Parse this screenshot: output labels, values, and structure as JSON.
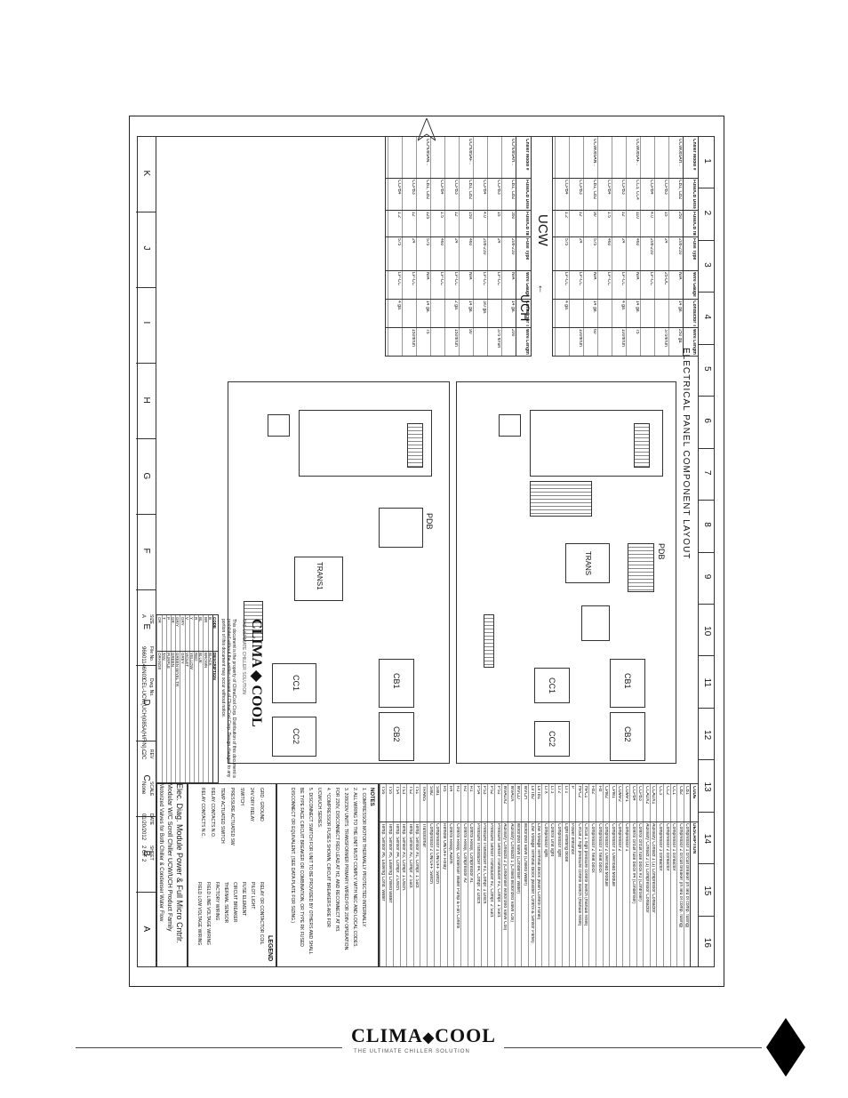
{
  "grid_numbers": [
    "1",
    "2",
    "3",
    "4",
    "5",
    "6",
    "7",
    "8",
    "9",
    "10",
    "11",
    "12",
    "13",
    "14",
    "15",
    "16"
  ],
  "grid_letters": [
    "K",
    "J",
    "I",
    "H",
    "G",
    "F",
    "E",
    "D",
    "C",
    "B",
    "A"
  ],
  "layout_title": "ELECTRICAL PANEL COMPONENT LAYOUT",
  "upper_labels": {
    "pdb": "PDB",
    "trans": "TRANS",
    "cb1": "CB1",
    "cb2": "CB2",
    "cc1": "CC1",
    "cc2": "CC2"
  },
  "lower_labels": {
    "pdb": "PDB",
    "trans": "TRANS1",
    "cb1": "CB1",
    "cb2": "CB2",
    "cc1": "CC1",
    "cc2": "CC2"
  },
  "ucw_label": "UCW",
  "uch_label": "UCH",
  "ucw_table": {
    "headers": [
      "Chiller Model #",
      "Fuse/CB Designation",
      "Fuse/CB rated amp",
      "Fuse Type",
      "Wire Gauge",
      "Conductor Terminal",
      "Wire Length"
    ],
    "rows": [
      [
        "UCW085AH...",
        "CB1, CB2",
        "250",
        "208-230",
        "N/A",
        "14 ga.",
        "250 gu."
      ],
      [
        "",
        "CCPB3",
        "15",
        "24",
        "25-DC",
        "",
        "375ft/run"
      ],
      [
        "",
        "CCPB4",
        "4.0",
        "208-230",
        "LP-CC",
        "",
        ""
      ],
      [
        "UCW085AF...",
        "CC3, CC4",
        "110",
        "460",
        "N/A",
        "14 ga.",
        "75"
      ],
      [
        "",
        "CCPB3",
        "12",
        "24",
        "LP-CC",
        "4 ga.",
        "100ft/run"
      ],
      [
        "",
        "CCPB4",
        "1.5",
        "460",
        "LP-CC",
        "",
        ""
      ],
      [
        "UCW085AN...",
        "CB1, CB2",
        "90",
        "575",
        "N/A",
        "14 ga.",
        "60"
      ],
      [
        "",
        "CCPB3",
        "12",
        "24",
        "LP-CC",
        "",
        "100ft/run"
      ],
      [
        "",
        "CCPB4",
        "1.2",
        "575",
        "LP-CC",
        "4 ga.",
        ""
      ]
    ]
  },
  "uch_table": {
    "headers": [
      "Chiller Model #",
      "Fuse/CB Designation",
      "Fuse/CB rated amp",
      "Fuse Type",
      "Wire Gauge",
      "Conductor Terminal",
      "Wire Length"
    ],
    "rows": [
      [
        "UCH085AH...",
        "CB1, CB2",
        "350",
        "208-230",
        "N/A",
        "14 ga.",
        "200"
      ],
      [
        "",
        "CCPB3",
        "15",
        "24",
        "LP-CC",
        "",
        "375 ft/run"
      ],
      [
        "",
        "CCPB4",
        "4.0",
        "208-230",
        "LP-CC",
        "3/0 ga.",
        ""
      ],
      [
        "UCH085AF...",
        "CB1, CB2",
        "150",
        "460",
        "N/A",
        "14 ga.",
        "90"
      ],
      [
        "",
        "CCPB3",
        "12",
        "24",
        "LP-CC",
        "2 ga.",
        "150ft/run"
      ],
      [
        "",
        "CCPB4",
        "1.5",
        "460",
        "LP-CC",
        "",
        ""
      ],
      [
        "UCH085AN...",
        "CB1, CB2",
        "125",
        "575",
        "N/A",
        "14 ga.",
        "75"
      ],
      [
        "",
        "CCPB3",
        "12",
        "24",
        "LP-CC",
        "",
        "150ft/run"
      ],
      [
        "",
        "CCPB4",
        "1.2",
        "575",
        "LP-CC",
        "4 ga.",
        ""
      ]
    ]
  },
  "code_table": {
    "headers": [
      "CODE",
      "DESCRIPTION"
    ],
    "rows": [
      [
        "CB1",
        "Compressor 1 circuit breaker (in lieu of comp. fusing)"
      ],
      [
        "CB2",
        "Compressor 2 circuit breaker (in lieu of comp. fusing)"
      ],
      [
        "CC1",
        "Compressor 1 contactor"
      ],
      [
        "CC2",
        "Compressor 2 contactor"
      ],
      [
        "CC3",
        "Compressor 3 contactor"
      ],
      [
        "CCAUX1",
        "Auxiliary Contact 1 (1) Compressor Contactor"
      ],
      [
        "CCAUX2",
        "Auxiliary Contact 2 (1) Compressor Contactor"
      ],
      [
        "CCPB3",
        "Control circuit fuse block #3 (Controller)"
      ],
      [
        "CCPB4",
        "Control circuit fuse block #4 (Condenser)"
      ],
      [
        "COMP1",
        "Compressor 1"
      ],
      [
        "COMP2",
        "Compressor 2"
      ],
      [
        "CPM1",
        "Compressor 1 Overload Module"
      ],
      [
        "CPM2",
        "Compressor 2 Overload Module"
      ],
      [
        "FB",
        "Compressor 1 heat block"
      ],
      [
        "FB2",
        "Compressor 2 heat block"
      ],
      [
        "HPC1",
        "Circuit 1 high pressure control switch (manual reset)"
      ],
      [
        "HPC2",
        "Circuit 2 high pressure control switch (manual reset)"
      ],
      [
        "P",
        "Power entrance"
      ],
      [
        "LT1",
        "Light emitting diode"
      ],
      [
        "LT2",
        "Compressor light"
      ],
      [
        "LT3",
        "Control Unit light"
      ],
      [
        "LTX",
        "Compressor light"
      ],
      [
        "LVTB1",
        "Low Voltage Terminal Block (Main Control Panel)"
      ],
      [
        "LVTB2",
        "Low Voltage Terminal Block (Master Control & Sensor Panel)"
      ],
      [
        "MVCH",
        "Motorized Valve (Chilled Water)"
      ],
      [
        "MVCD",
        "Motorized Valve (Condenser Water)"
      ],
      [
        "MVAUX",
        "Auxiliary Contacts 1 (Chilled Motorized Valve Coil)"
      ],
      [
        "MVAUX2",
        "Auxiliary Contacts 2 (Condenser Motorized Valve Coil)"
      ],
      [
        "PS1",
        "Pressure Sensor Transducer #1, Compr. 1 Suct."
      ],
      [
        "PS2",
        "Pressure Sensor Transducer #2, Compr. 2 Suct."
      ],
      [
        "PS3",
        "Pressure Transducer #3, Compr. 1 Disch."
      ],
      [
        "PS4",
        "Pressure Transducer #4, Compr. 2 Disch."
      ],
      [
        "R1",
        "Control Relay, Compressor #1"
      ],
      [
        "R2",
        "Control Relay, Compressor #2"
      ],
      [
        "R3",
        "Control Relay, Condenser Water Pump & Fan Control"
      ],
      [
        "R4",
        "Control Relay, Alarm"
      ],
      [
        "R5",
        "Remote ON/OFF Relay"
      ],
      [
        "SW1",
        "Compressor 1 ON/OFF Switch"
      ],
      [
        "SW2",
        "Compressor 2 ON/OFF Switch"
      ],
      [
        "TRANS",
        "Transformer"
      ],
      [
        "TS1",
        "Temp. Sensor #1, Compr. 1 Suct."
      ],
      [
        "TS2",
        "Temp. Sensor #2, Compr. 2 Suct."
      ],
      [
        "TS3",
        "Temp. Sensor #3, Compr. 1 Disch."
      ],
      [
        "TS4",
        "Temp. Sensor #4, Compr. 2 Disch."
      ],
      [
        "TS5",
        "Temp. Sensor #5, Leaving Chilled Water"
      ],
      [
        "TS6",
        "Temp. Sensor #6, Leaving Cond. Water"
      ]
    ]
  },
  "notes": {
    "title": "NOTES",
    "items": [
      "1. COMPRESSOR MOTOR THERMALLY PROTECTED INTERNALLY.",
      "2. ALL WIRING TO THE UNIT MUST COMPLY WITH NEC AND LOCAL CODES.",
      "3. 208/230V UNITS: TRANSFORMER PRIMARY WIRED FOR 208V OPERATION.",
      "   FOR 230V, DISCONNECT RED LEAD AT H2, AND RECONNECT AT H3.",
      "4. *COMPRESSOR FUSES SHOWN, CIRCUIT BREAKERS ARE FOR",
      "   UCW/UCH SERIES.",
      "5. DISCONNECT SWITCH FOR UNIT TO BE PROVIDED BY OTHERS AND SHALL",
      "   BE TYPE FACE CIRCUIT BREAKER OR COMBINATION, OR TYPE RK FUSED",
      "   DISCONNECT OR EQUIVALENT. (SEE DATA PLATE FOR SIZING.)"
    ]
  },
  "legend": {
    "title": "LEGEND",
    "left": [
      "GRD - GROUND",
      "24V DRY RELAY",
      "SWITCH",
      "PRESSURE ACTUATED SW",
      "TEMP ACTUATED SWITCH",
      "RELAY CONTACTS N.O.",
      "RELAY CONTACTS N.C."
    ],
    "right": [
      "RELAY OR CONTACTOR COIL",
      "PILOT LIGHT",
      "FUSE ELEMENT",
      "CIRCUIT BREAKER",
      "THERMAL SENSOR",
      "FACTORY WIRING",
      "FIELD LINE VOLTAGE WIRING",
      "FIELD LOW VOLTAGE WIRING"
    ]
  },
  "color_table": {
    "headers": [
      "CODE",
      "DESCRIPTION"
    ],
    "rows": [
      [
        "B",
        "BLACK"
      ],
      [
        "BR",
        "BROWN"
      ],
      [
        "BL",
        "BLUE"
      ],
      [
        "R",
        "RED"
      ],
      [
        "Y",
        "YELLOW"
      ],
      [
        "V",
        "VIOLET"
      ],
      [
        "GRY",
        "GREY"
      ],
      [
        "GR/Y",
        "GREEN W/YEL TR"
      ],
      [
        "GR",
        "GREEN"
      ],
      [
        "P",
        "PURPLE"
      ],
      [
        "T",
        "TAN"
      ],
      [
        "OR",
        "ORANGE"
      ]
    ]
  },
  "title_block": {
    "logo": "CLIMA",
    "logo2": "COOL",
    "tagline": "THE ULTIMATE CHILLER SOLUTION",
    "disclaimer": "This document is the property of ClimaCool Corp. Distribution of this document is prohibited without the written consent of ClimaCool Corp. Design changes to any portion of this document may occur without notice.",
    "title1": "Elec. Diag. Module Power & Full Micro Cntrlr.",
    "title2": "Modular W/C Scroll Chiller  UCW/UCH Product Family",
    "title3": "Motorized Valves for Both Chiller & Condenser Water Flow",
    "size_label": "SIZE",
    "size": "A",
    "file_label": "File No.",
    "file": "96601146N03",
    "dwg_label": "Dwg. No.",
    "dwg": "CEL-UCW(UCH)085A(H/F/N)...2C",
    "rev_label": "REV",
    "rev": "C",
    "scale_label": "SCALE",
    "scale": "None",
    "date_label": "DATE",
    "date": "01/20/2012",
    "sheet_label": "SHEET",
    "sheet": "2 OF 2"
  },
  "footer": {
    "logo": "CLIMA",
    "logo2": "COOL",
    "tagline": "THE ULTIMATE CHILLER SOLUTION"
  }
}
